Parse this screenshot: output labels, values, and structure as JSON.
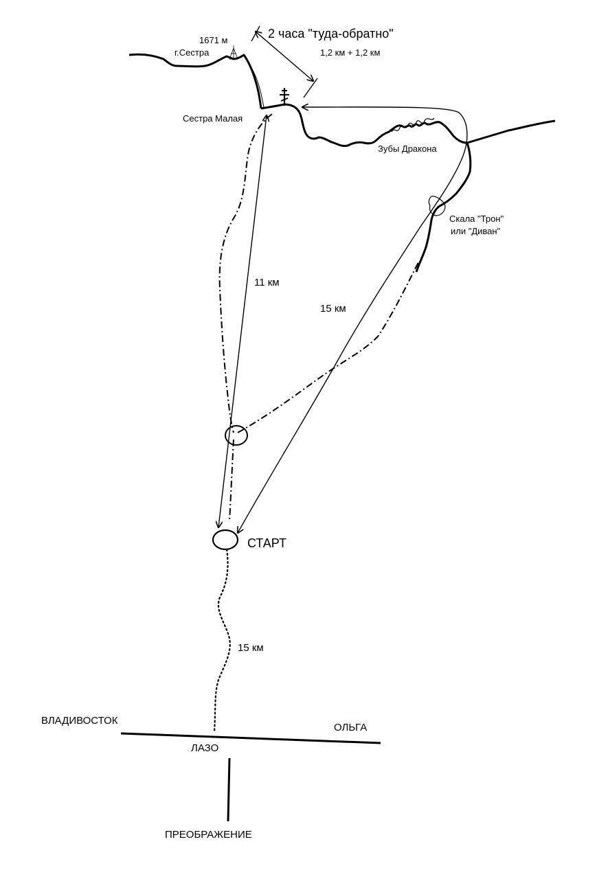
{
  "peaks": {
    "sestra_height": "1671 м",
    "sestra_name": "г.Сестра",
    "sestra_malaya": "Сестра Малая"
  },
  "summit_trip": {
    "time": "2 часа \"туда-обратно\"",
    "distance": "1,2 км + 1,2 км"
  },
  "landmarks": {
    "dragon_teeth": "Зубы Дракона",
    "throne_rock_line1": "Скала \"Трон\"",
    "throne_rock_line2": "или \"Диван\""
  },
  "routes": {
    "west_distance": "11 км",
    "east_distance": "15 км",
    "approach_distance": "15 км",
    "start": "СТАРТ"
  },
  "roads": {
    "vladivostok": "ВЛАДИВОСТОК",
    "olga": "ОЛЬГА",
    "lazo": "ЛАЗО",
    "preobrazhenie": "ПРЕОБРАЖЕНИЕ"
  },
  "colors": {
    "ink": "#000000",
    "background": "#ffffff"
  }
}
